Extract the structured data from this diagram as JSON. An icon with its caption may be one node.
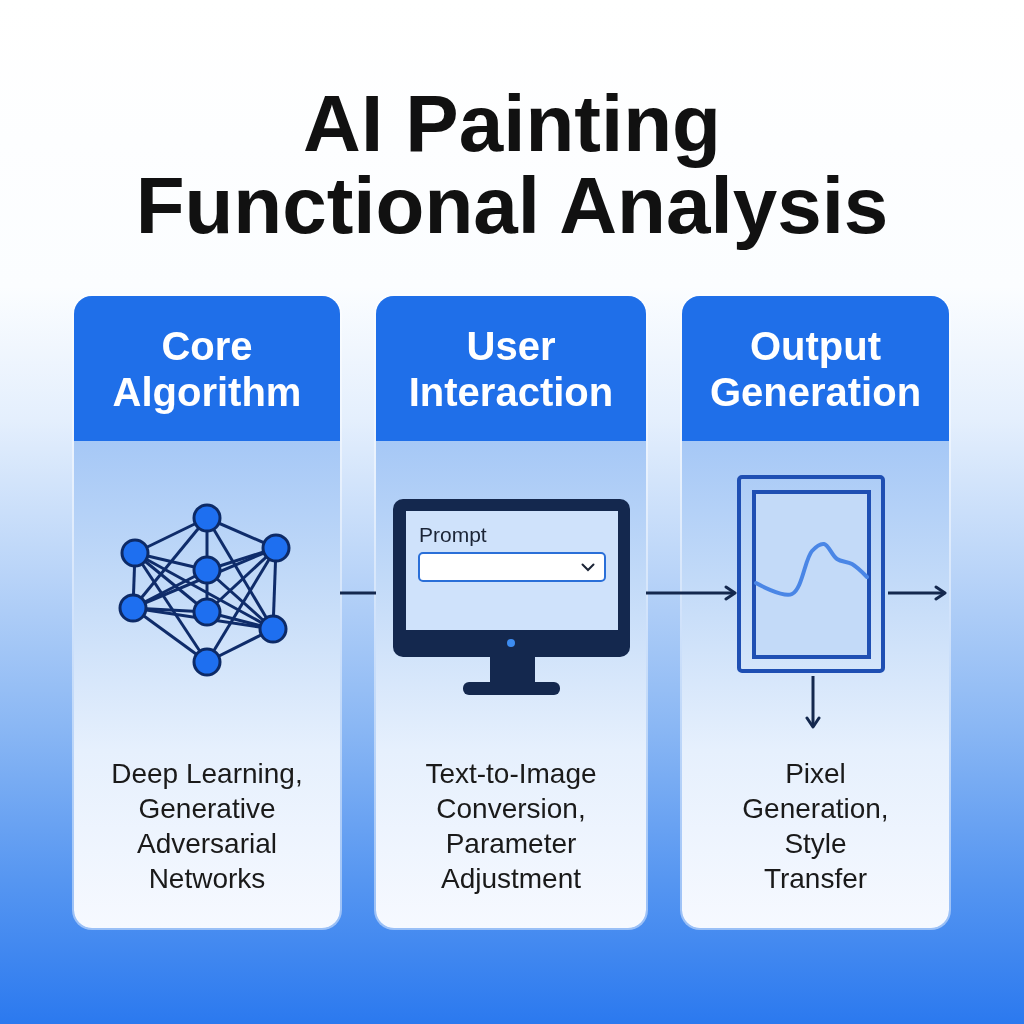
{
  "diagram": {
    "title": "AI Painting Functional Analysis",
    "nodes": [
      {
        "text": [
          "Core Algorithm",
          "Deep Learning, Generative Adversarial Networks"
        ]
      },
      {
        "text": [],
        "shape": "picture",
        "in": 0
      },
      {
        "text": [
          "User Interaction",
          "Text-to-Image Conversion, Parameter Adjustment"
        ]
      },
      {
        "text": [
          "Prompt"
        ],
        "in": 2
      },
      {
        "text": [
          "Output Generation",
          "Pixel Generation, Style Transfer"
        ]
      },
      {
        "text": [],
        "shape": "picture",
        "in": 4
      }
    ],
    "edges": [
      {
        "from": 0,
        "to": 2,
        "arrow": "none"
      },
      {
        "from": 2,
        "to": 5,
        "arrow": "to"
      },
      {
        "from": 5,
        "to": null,
        "arrow": "to"
      },
      {
        "from": 5,
        "to": null,
        "arrow": "to"
      }
    ]
  }
}
